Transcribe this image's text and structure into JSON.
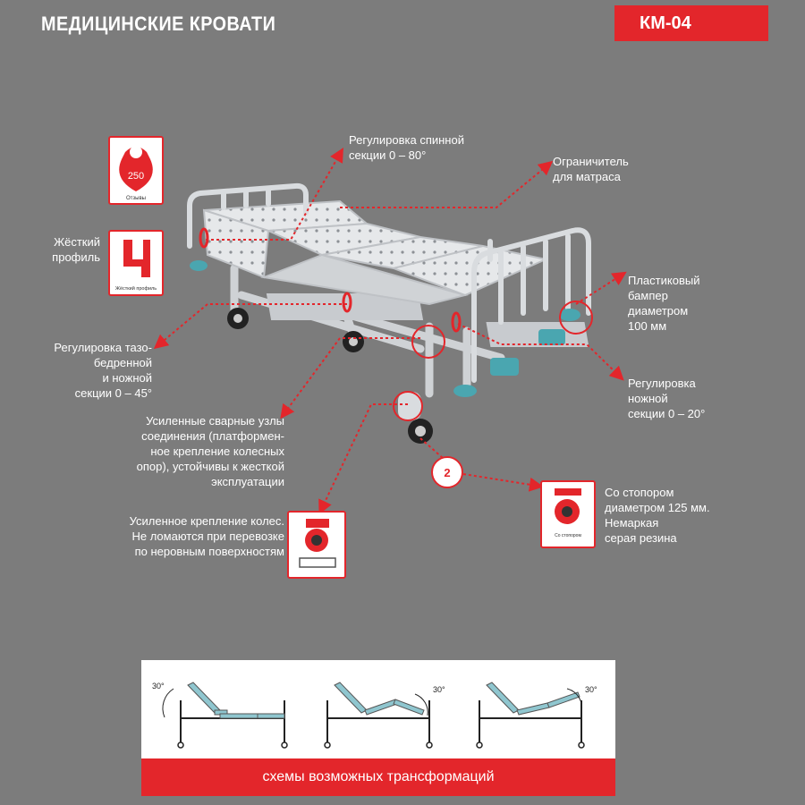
{
  "header": {
    "title": "МЕДИЦИНСКИЕ КРОВАТИ",
    "model": "КМ-04"
  },
  "badges": {
    "load": {
      "value": "250",
      "caption": "Отзывы"
    },
    "profile": {
      "caption": "Жёсткий профиль"
    },
    "lock_caption": "Со стопором"
  },
  "labels": {
    "back_section": "Регулировка спинной\nсекции 0 – 80°",
    "limiter": "Ограничитель\nдля матраса",
    "rigid_profile": "Жёсткий\nпрофиль",
    "hip_section": "Регулировка тазо-\nбедренной\nи ножной\nсекции 0 – 45°",
    "bumper": "Пластиковый\nбампер\nдиаметром\n100 мм",
    "foot_section": "Регулировка\nножной\nсекции 0 – 20°",
    "welds": "Усиленные сварные узлы\nсоединения (платформен-\nное крепление колесных\nопор), устойчивы к жесткой\nэксплуатации",
    "wheel_mount": "Усиленное крепление колес.\nНе ломаются при перевозке\nпо неровным поверхностям",
    "castor": "Со стопором\nдиаметром 125 мм.\nНемаркая\nсерая резина",
    "marker": "2"
  },
  "schemes": {
    "caption": "схемы возможных трансформаций",
    "angle": "30°"
  },
  "colors": {
    "accent": "#e3262b",
    "background": "#7c7c7c",
    "bed_frame": "#d8dadc",
    "teal": "#4aa6b0"
  }
}
